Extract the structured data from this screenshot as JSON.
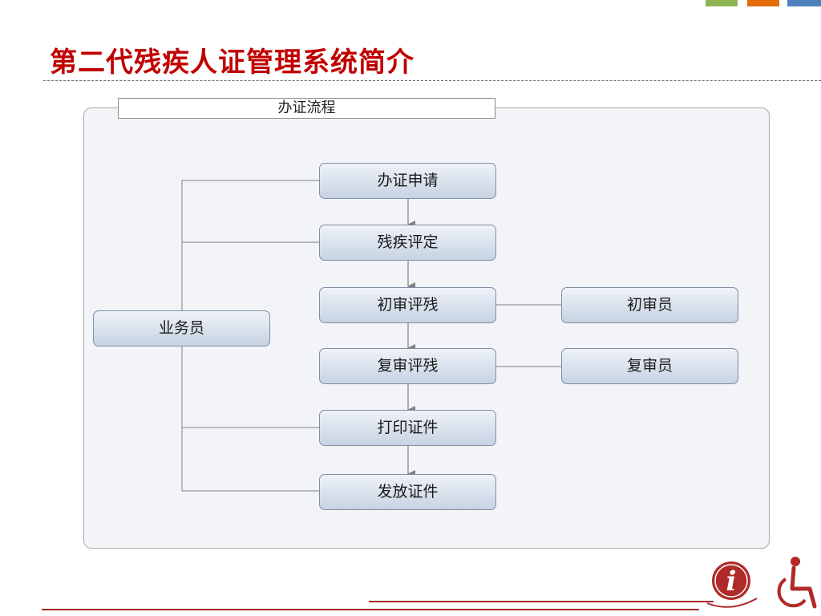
{
  "title": "第二代残疾人证管理系统简介",
  "panel_label": "办证流程",
  "clerk": "业务员",
  "steps": [
    "办证申请",
    "残疾评定",
    "初审评残",
    "复审评残",
    "打印证件",
    "发放证件"
  ],
  "reviewers": {
    "initial": "初审员",
    "recheck": "复审员"
  },
  "colors": {
    "title": "#c00000",
    "accent_green": "#8db552",
    "accent_orange": "#e46c0a",
    "accent_blue": "#4f81bd",
    "rule": "#a52a2a"
  }
}
